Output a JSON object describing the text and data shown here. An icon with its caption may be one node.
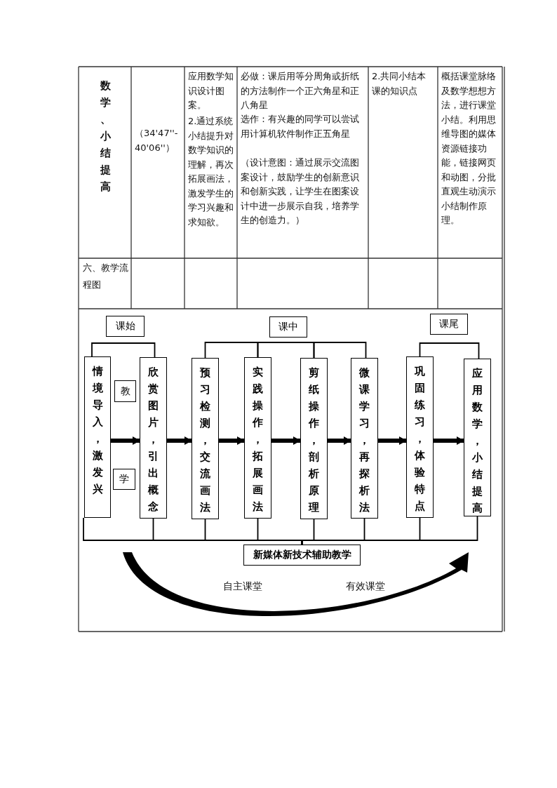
{
  "diagram": {
    "nodes": [
      {
        "text": [
          "课始"
        ]
      },
      {
        "text": [
          "课中"
        ]
      },
      {
        "text": [
          "课尾"
        ]
      },
      {
        "text": [
          "情境导入，激发兴"
        ]
      },
      {
        "text": [
          "欣赏图片，引出概念"
        ]
      },
      {
        "text": [
          "预习检测，交流画法"
        ]
      },
      {
        "text": [
          "实践操作，拓展画法"
        ]
      },
      {
        "text": [
          "剪纸操作，剖析原理"
        ]
      },
      {
        "text": [
          "微课学习，再探析法"
        ]
      },
      {
        "text": [
          "巩固练习，体验特点"
        ]
      },
      {
        "text": [
          "应用数学，小结提高"
        ]
      },
      {
        "text": [
          "教"
        ]
      },
      {
        "text": [
          "学"
        ]
      },
      {
        "text": [
          "新媒体新技术辅助教学"
        ]
      }
    ],
    "edges": [
      {
        "from": 3,
        "to": 4,
        "arrow": "to",
        "style": "thick"
      },
      {
        "from": 4,
        "to": 5,
        "arrow": "to",
        "style": "thick"
      },
      {
        "from": 5,
        "to": 6,
        "arrow": "to",
        "style": "thick"
      },
      {
        "from": 6,
        "to": 7,
        "arrow": "to",
        "style": "thick"
      },
      {
        "from": 7,
        "to": 8,
        "arrow": "to",
        "style": "thick"
      },
      {
        "from": 8,
        "to": 9,
        "arrow": "to",
        "style": "thick"
      },
      {
        "from": 9,
        "to": 10,
        "arrow": "to",
        "style": "thick"
      },
      {
        "from": 3,
        "to": 4,
        "arrow": "none"
      },
      {
        "from": 5,
        "to": 6,
        "arrow": "none"
      },
      {
        "from": 6,
        "to": 7,
        "arrow": "none"
      },
      {
        "from": 7,
        "to": 8,
        "arrow": "none"
      },
      {
        "from": 9,
        "to": 10,
        "arrow": "none"
      },
      {
        "from": 3,
        "to": 13,
        "arrow": "none"
      },
      {
        "from": 4,
        "to": 13,
        "arrow": "none"
      },
      {
        "from": 5,
        "to": 13,
        "arrow": "none"
      },
      {
        "from": 6,
        "to": 13,
        "arrow": "none"
      },
      {
        "from": 7,
        "to": 13,
        "arrow": "none"
      },
      {
        "from": 8,
        "to": 13,
        "arrow": "none"
      },
      {
        "from": 9,
        "to": 13,
        "arrow": "none"
      },
      {
        "from": 10,
        "to": 13,
        "arrow": "none"
      }
    ],
    "labels": [
      "数学、小结提高",
      "（34'47''-40'06''）",
      "应用数学知识设计图案。",
      "2.通过系统小结提升对数学知识的理解，再次拓展画法，激发学生的学习兴趣和求知欲。",
      "必做：课后用等分周角或折纸的方法制作一个正六角星和正八角星",
      "选作：有兴趣的同学可以尝试用计算机软件制作正五角星",
      "（设计意图：通过展示交流图案设计，鼓励学生的创新意识和创新实践，让学生在图案设计中进一步展示自我，培养学生的创造力。）",
      "2.共同小结本课的知识点",
      "概括课堂脉络及数学想想方法，进行课堂小结。利用思维导图的媒体资源链接功能，链接网页和动图，分批直观生动演示小结制作原理。",
      "六、教学流程图",
      "自主课堂",
      "有效课堂"
    ]
  }
}
